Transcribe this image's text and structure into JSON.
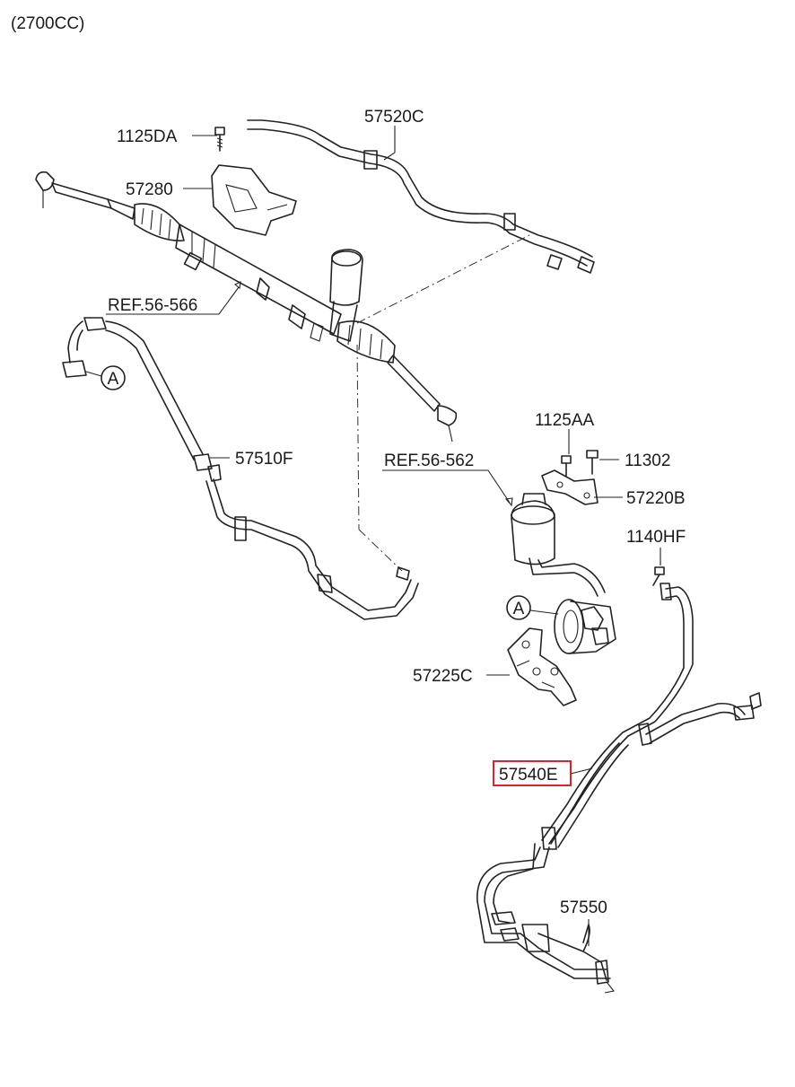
{
  "header": {
    "engine": "(2700CC)"
  },
  "labels": {
    "p57520C": "57520C",
    "p1125DA": "1125DA",
    "p57280": "57280",
    "ref56566": "REF.56-566",
    "p57510F": "57510F",
    "p1125AA": "1125AA",
    "p11302": "11302",
    "ref56562": "REF.56-562",
    "p57220B": "57220B",
    "p1140HF": "1140HF",
    "p57225C": "57225C",
    "p57540E": "57540E",
    "p57550": "57550"
  },
  "callouts": {
    "a1": "A",
    "a2": "A"
  },
  "highlight": {
    "part": "57540E",
    "color": "#e0202a"
  }
}
